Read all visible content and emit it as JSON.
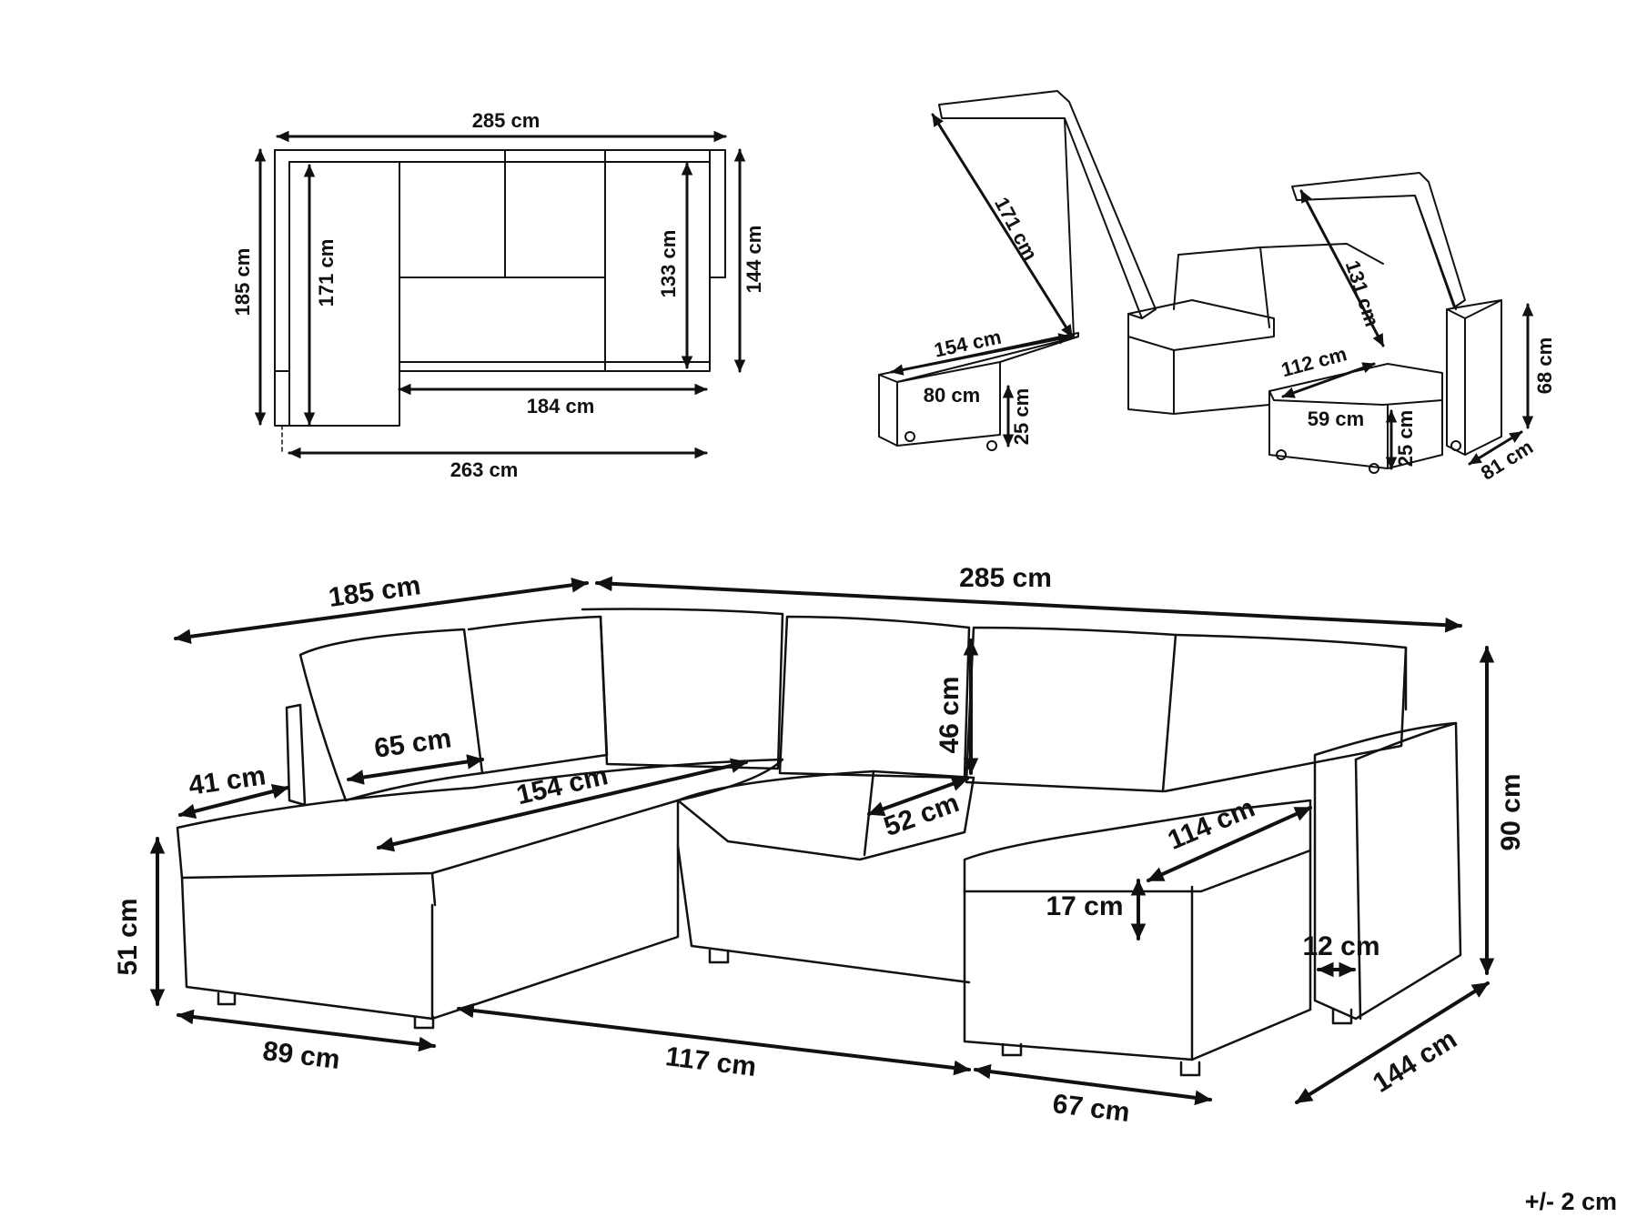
{
  "tolerance": "+/- 2 cm",
  "plan_view": {
    "total_width": "285 cm",
    "left_depth": "185 cm",
    "chaise_inner_length": "171 cm",
    "right_inner_depth": "133 cm",
    "right_depth": "144 cm",
    "seat_span": "184 cm",
    "base_width": "263 cm"
  },
  "storage_view": {
    "lid_left_length": "171 cm",
    "storage_left_length": "154 cm",
    "storage_left_width": "80 cm",
    "storage_left_height": "25 cm",
    "lid_right_length": "131 cm",
    "storage_right_length": "112 cm",
    "storage_right_width": "59 cm",
    "storage_right_height": "25 cm",
    "armrest_height": "68 cm",
    "armrest_depth": "81 cm"
  },
  "main_view": {
    "left_length": "185 cm",
    "total_width": "285 cm",
    "arm_width": "41 cm",
    "cushion_width": "65 cm",
    "chaise_length": "154 cm",
    "backrest_height": "46 cm",
    "seat_depth": "52 cm",
    "right_chaise_length": "114 cm",
    "cushion_thickness": "17 cm",
    "seat_height": "51 cm",
    "total_height": "90 cm",
    "armrest_thickness": "12 cm",
    "left_chaise_width": "89 cm",
    "middle_span": "117 cm",
    "right_chaise_width": "67 cm",
    "right_depth": "144 cm"
  }
}
